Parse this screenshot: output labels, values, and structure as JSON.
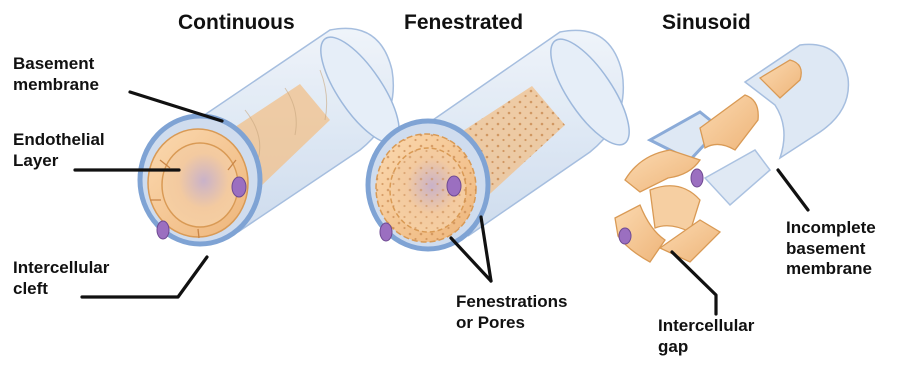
{
  "titles": {
    "continuous": "Continuous",
    "fenestrated": "Fenestrated",
    "sinusoid": "Sinusoid"
  },
  "labels": {
    "basement_membrane_line1": "Basement",
    "basement_membrane_line2": "membrane",
    "endothelial_line1": "Endothelial",
    "endothelial_line2": "Layer",
    "intercellular_cleft_line1": "Intercellular",
    "intercellular_cleft_line2": "cleft",
    "fenestrations_line1": "Fenestrations",
    "fenestrations_line2": "or Pores",
    "intercellular_gap_line1": "Intercellular",
    "intercellular_gap_line2": "gap",
    "incomplete_bm_line1": "Incomplete",
    "incomplete_bm_line2": "basement",
    "incomplete_bm_line3": "membrane"
  },
  "colors": {
    "tube_outer": "#dbe6f3",
    "tube_edge": "#7fa3d4",
    "membrane_ring": "#8fb0df",
    "endothelium": "#f5c58e",
    "endothelium_dark": "#e2a45f",
    "lumen": "#f7d6b1",
    "nucleus": "#9b6fc0",
    "leader_line": "#111111"
  }
}
